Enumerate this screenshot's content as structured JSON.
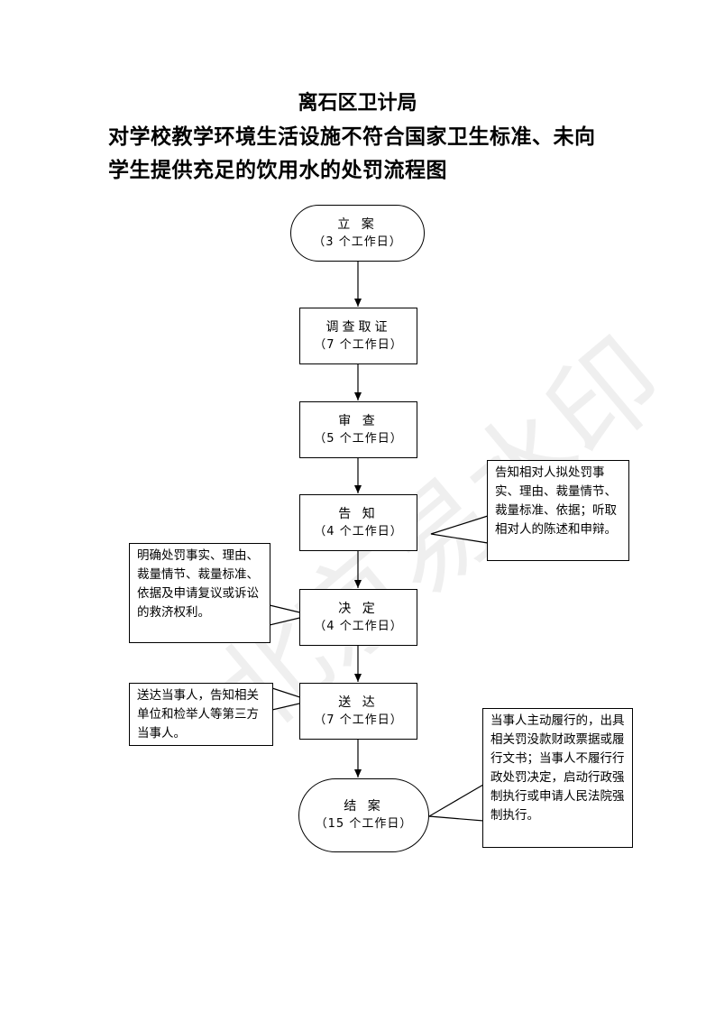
{
  "header": {
    "title": "离石区卫计局",
    "subtitle_line1": "对学校教学环境生活设施不符合国家卫生标准、未向",
    "subtitle_line2": "学生提供充足的饮用水的处罚流程图"
  },
  "watermark": "北京易水印",
  "steps": [
    {
      "label": "立 案",
      "days": "（3 个工作日）"
    },
    {
      "label": "调查取证",
      "days": "（7 个工作日）"
    },
    {
      "label": "审 查",
      "days": "（5 个工作日）"
    },
    {
      "label": "告 知",
      "days": "（4 个工作日）"
    },
    {
      "label": "决 定",
      "days": "（4 个工作日）"
    },
    {
      "label": "送 达",
      "days": "（7 个工作日）"
    },
    {
      "label": "结 案",
      "days": "（15 个工作日）"
    }
  ],
  "notes": {
    "notify": "告知相对人拟处罚事实、理由、裁量情节、裁量标准、依据；听取相对人的陈述和申辩。",
    "decide": "明确处罚事实、理由、裁量情节、裁量标准、依据及申请复议或诉讼的救济权利。",
    "deliver": "送达当事人，告知相关单位和检举人等第三方当事人。",
    "close": "当事人主动履行的，出具相关罚没款财政票据或履行文书；当事人不履行行政处罚决定，启动行政强制执行或申请人民法院强制执行。"
  }
}
